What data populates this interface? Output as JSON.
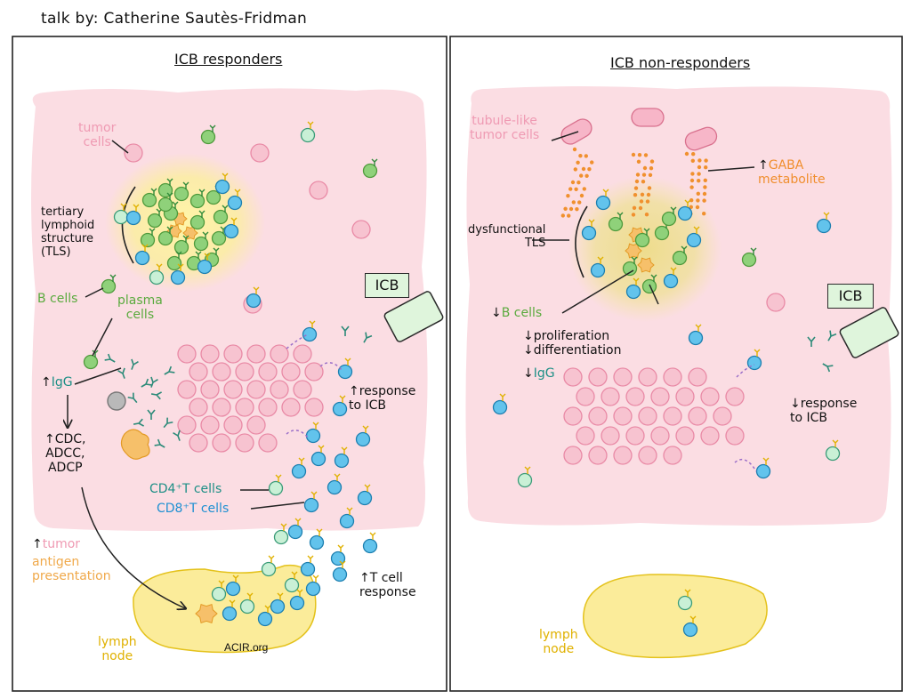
{
  "author": "talk by: Catherine Sautès-Fridman",
  "left_panel": {
    "title": "ICB responders",
    "tumor_cells": "tumor\ncells",
    "tls": "tertiary\nlymphoid\nstructure\n(TLS)",
    "b_cells": "B cells",
    "plasma_cells": "plasma\ncells",
    "igg_prefix": "↑",
    "igg": "IgG",
    "effector": "↑CDC,\nADCC,\nADCP",
    "presentation_prefix": "↑",
    "tumor_word": "tumor",
    "antigen_presentation": "antigen\npresentation",
    "cd4": "CD4⁺T cells",
    "cd8": "CD8⁺T cells",
    "response_icb": "↑response\nto ICB",
    "tcell_response": "↑T cell\nresponse",
    "lymph_node": "lymph\nnode",
    "watermark": "ACIR.org",
    "icb": "ICB"
  },
  "right_panel": {
    "title": "ICB non-responders",
    "tubule_cells": "tubule-like\ntumor cells",
    "gaba_prefix": "↑",
    "gaba": "GABA\nmetabolite",
    "dys_tls": "dysfunctional\nTLS",
    "bcells_prefix": "↓",
    "b_cells": "B cells",
    "prolif": "↓proliferation\n↓differentiation",
    "igg_prefix": "↓",
    "igg": "IgG",
    "response_icb": "↓response\nto ICB",
    "lymph_node": "lymph\nnode",
    "icb": "ICB"
  },
  "colors": {
    "tissue": "#fbdde3",
    "tumor_cell": "#f7c3d0",
    "tumor_cell_edge": "#e98aa6",
    "b_cell": "#8fd17a",
    "b_cell_edge": "#4f9a3c",
    "t_cell_cd8": "#62c3ec",
    "t_cell_cd8_edge": "#1d7fb0",
    "t_cell_cd4": "#c9f0d6",
    "t_cell_cd4_edge": "#3a9b78",
    "lymph_node": "#fbec9a",
    "gaba": "#f0902e",
    "antigen": "#f6c06a"
  }
}
